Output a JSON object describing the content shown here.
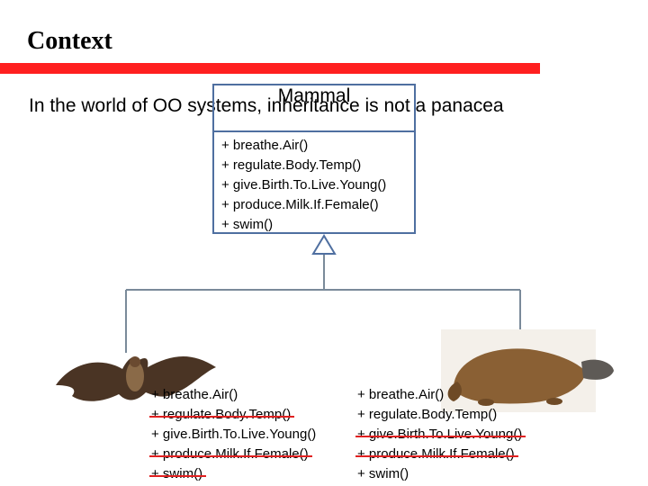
{
  "slide": {
    "title": "Context",
    "subtitle": "In the world of OO systems, inheritance is not a panacea"
  },
  "mammal_class": {
    "name": "Mammal",
    "methods": [
      "+ breathe.Air()",
      "+ regulate.Body.Temp()",
      "+ give.Birth.To.Live.Young()",
      "+ produce.Milk.If.Female()",
      "+ swim()"
    ]
  },
  "bat": {
    "image": "bat-image",
    "methods": [
      {
        "text": "+ breathe.Air()",
        "struck": false
      },
      {
        "text": "+ regulate.Body.Temp()",
        "struck": true
      },
      {
        "text": "+ give.Birth.To.Live.Young()",
        "struck": false
      },
      {
        "text": "+ produce.Milk.If.Female()",
        "struck": true
      },
      {
        "text": "+ swim()",
        "struck": true
      }
    ]
  },
  "platypus": {
    "image": "platypus-image",
    "methods": [
      {
        "text": "+ breathe.Air()",
        "struck": false
      },
      {
        "text": "+ regulate.Body.Temp()",
        "struck": false
      },
      {
        "text": "+ give.Birth.To.Live.Young()",
        "struck": true
      },
      {
        "text": "+ produce.Milk.If.Female()",
        "struck": true
      },
      {
        "text": "+ swim()",
        "struck": false
      }
    ]
  },
  "colors": {
    "accent_bar": "#ff1f1f",
    "strike": "#e02020",
    "uml_border": "#4f6fa0"
  }
}
